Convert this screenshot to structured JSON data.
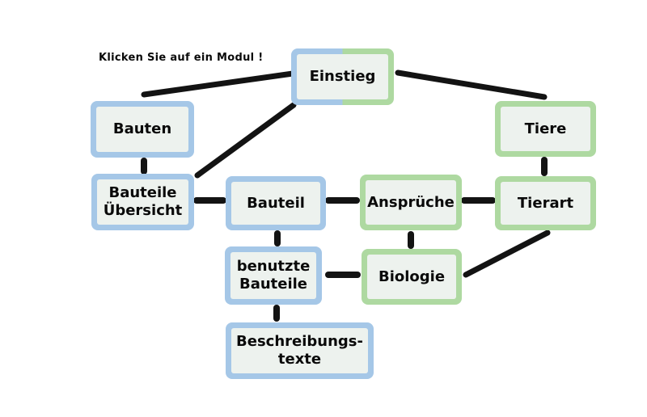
{
  "instruction": "Klicken Sie auf ein Modul !",
  "colors": {
    "blue": "#a5c7e7",
    "green": "#aed9a1",
    "fill": "#edf2ee",
    "line": "#131313",
    "text": "#0a0a0a",
    "background": "#ffffff"
  },
  "nodes": [
    {
      "id": "einstieg",
      "label": "Einstieg",
      "color": "split"
    },
    {
      "id": "bauten",
      "label": "Bauten",
      "color": "blue"
    },
    {
      "id": "tiere",
      "label": "Tiere",
      "color": "green"
    },
    {
      "id": "bauteile-uebersicht",
      "label": "Bauteile\nÜbersicht",
      "color": "blue"
    },
    {
      "id": "bauteil",
      "label": "Bauteil",
      "color": "blue"
    },
    {
      "id": "ansprueche",
      "label": "Ansprüche",
      "color": "green"
    },
    {
      "id": "tierart",
      "label": "Tierart",
      "color": "green"
    },
    {
      "id": "benutzte-bauteile",
      "label": "benutzte\nBauteile",
      "color": "blue"
    },
    {
      "id": "biologie",
      "label": "Biologie",
      "color": "green"
    },
    {
      "id": "beschreibungstexte",
      "label": "Beschreibungs-\ntexte",
      "color": "blue"
    }
  ],
  "connections": [
    {
      "from": "bauten",
      "to": "einstieg"
    },
    {
      "from": "einstieg",
      "to": "bauteile-uebersicht"
    },
    {
      "from": "einstieg",
      "to": "tiere"
    },
    {
      "from": "bauten",
      "to": "bauteile-uebersicht"
    },
    {
      "from": "bauteile-uebersicht",
      "to": "bauteil"
    },
    {
      "from": "bauteil",
      "to": "ansprueche"
    },
    {
      "from": "ansprueche",
      "to": "tierart"
    },
    {
      "from": "tiere",
      "to": "tierart"
    },
    {
      "from": "bauteil",
      "to": "benutzte-bauteile"
    },
    {
      "from": "ansprueche",
      "to": "biologie"
    },
    {
      "from": "benutzte-bauteile",
      "to": "biologie"
    },
    {
      "from": "tierart",
      "to": "biologie"
    },
    {
      "from": "benutzte-bauteile",
      "to": "beschreibungstexte"
    }
  ]
}
